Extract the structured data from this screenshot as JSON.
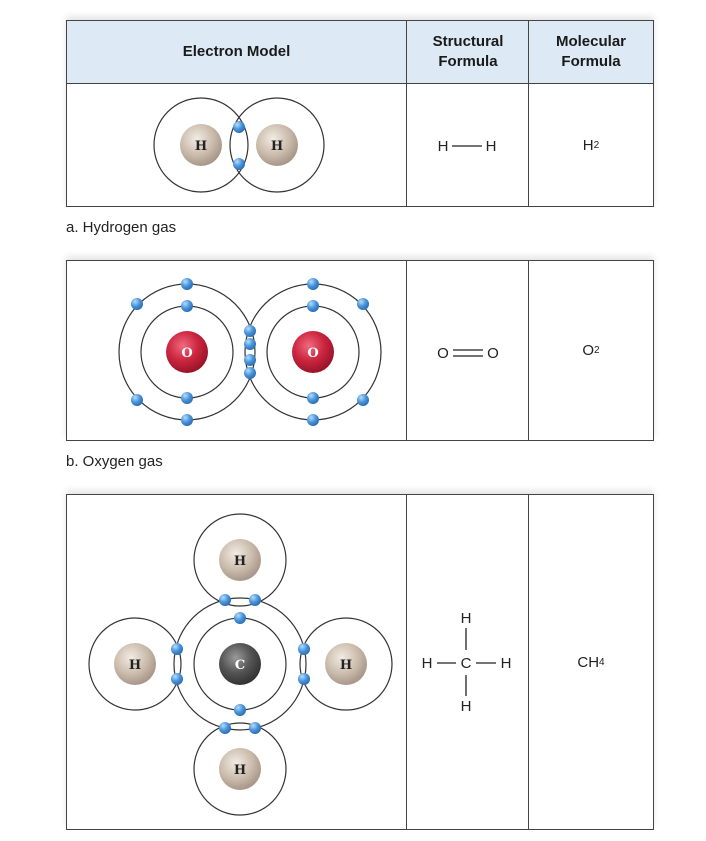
{
  "header": {
    "electron_model": "Electron Model",
    "structural_line1": "Structural",
    "structural_line2": "Formula",
    "molecular_line1": "Molecular",
    "molecular_line2": "Formula"
  },
  "rows": [
    {
      "caption": "a. Hydrogen gas",
      "atoms": [
        "H",
        "H"
      ],
      "structural": {
        "left": "H",
        "right": "H"
      },
      "molecular": {
        "symbol": "H",
        "subscript": "2"
      }
    },
    {
      "caption": "b. Oxygen gas",
      "atoms": [
        "O",
        "O"
      ],
      "structural": {
        "left": "O",
        "right": "O"
      },
      "molecular": {
        "symbol": "O",
        "subscript": "2"
      }
    },
    {
      "caption": "",
      "atoms": [
        "H",
        "H",
        "C",
        "H",
        "H"
      ],
      "structural": {
        "top": "H",
        "left": "H",
        "center": "C",
        "right": "H",
        "bottom": "H"
      },
      "molecular": {
        "symbol": "CH",
        "subscript": "4"
      }
    }
  ],
  "colors": {
    "header_bg": "#dde9f5",
    "electron": "#4a90d9",
    "hydrogen_nucleus": "#c8b8a8",
    "oxygen_nucleus": "#c8203a",
    "carbon_nucleus": "#555555"
  }
}
